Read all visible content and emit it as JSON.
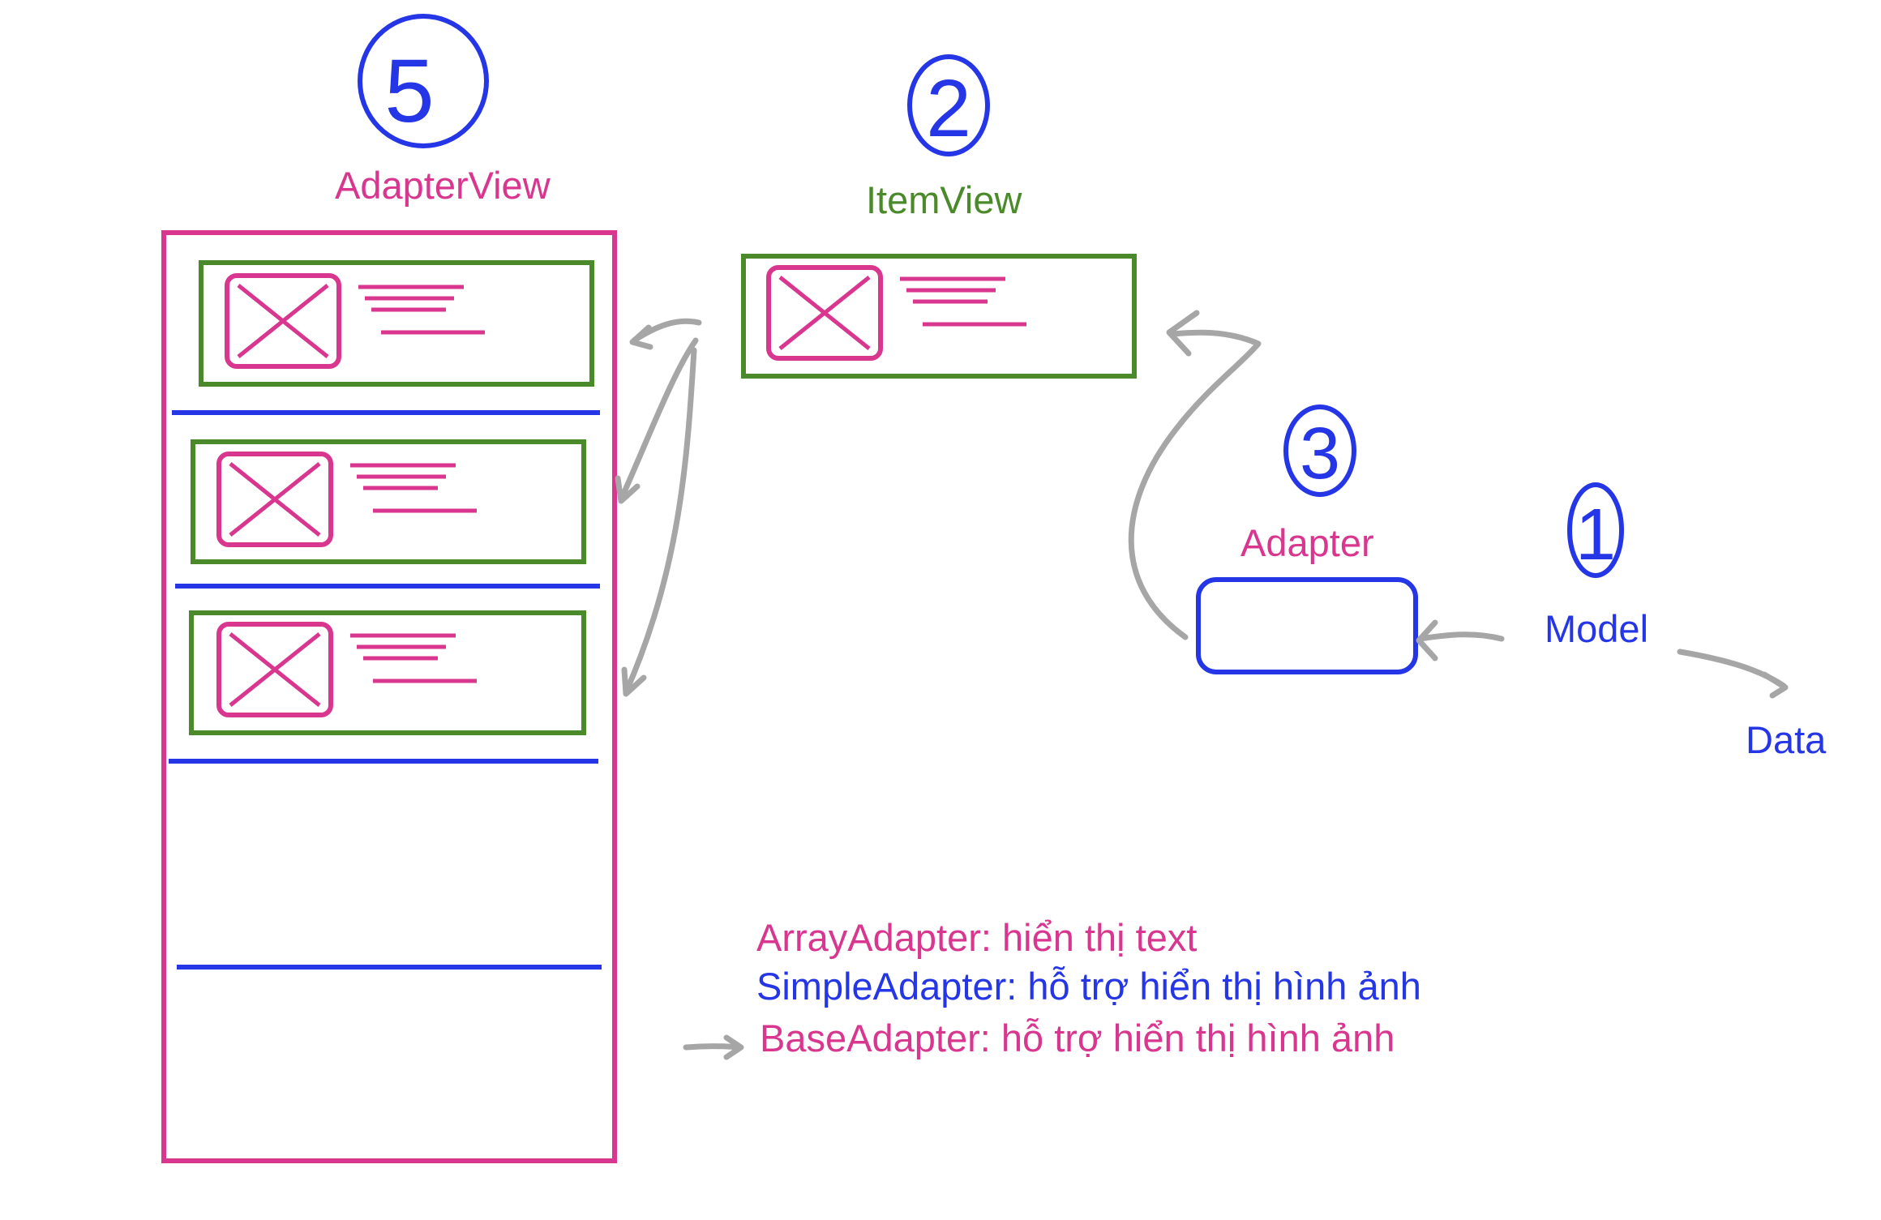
{
  "colors": {
    "pink": "#d9378f",
    "green": "#4a8a2a",
    "blue": "#2536e6",
    "gray": "#a6a6a6"
  },
  "steps": {
    "model_number": "1",
    "itemview_number": "2",
    "adapter_number": "3",
    "adapterview_number": "5"
  },
  "labels": {
    "adapter_view": "AdapterView",
    "item_view": "ItemView",
    "adapter": "Adapter",
    "model": "Model",
    "data": "Data"
  },
  "legend": [
    {
      "text": "ArrayAdapter: hiển thị text",
      "color": "pink"
    },
    {
      "text": "SimpleAdapter: hỗ trợ hiển thị hình ảnh",
      "color": "blue"
    },
    {
      "text": "BaseAdapter: hỗ trợ hiển thị hình ảnh",
      "color": "pink"
    }
  ],
  "icons": {
    "image_placeholder": "image-placeholder-icon",
    "text_lines": "text-lines-icon"
  }
}
